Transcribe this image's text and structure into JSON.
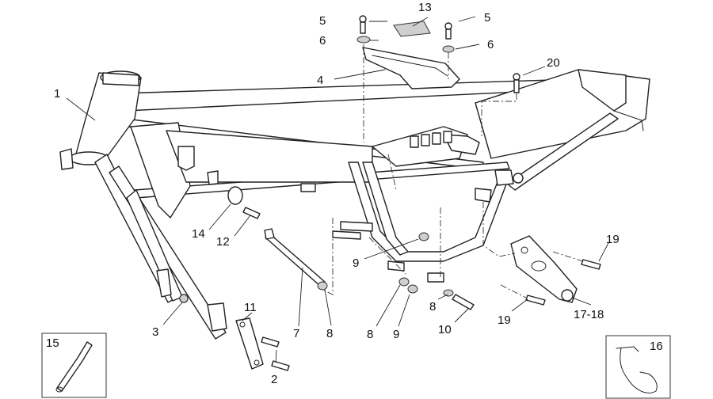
{
  "callouts": {
    "c1": "1",
    "c2": "2",
    "c3": "3",
    "c4": "4",
    "c5a": "5",
    "c5b": "5",
    "c6a": "6",
    "c6b": "6",
    "c7": "7",
    "c8a": "8",
    "c8b": "8",
    "c8c": "8",
    "c9a": "9",
    "c9b": "9",
    "c10": "10",
    "c11": "11",
    "c12": "12",
    "c13": "13",
    "c14": "14",
    "c15": "15",
    "c16": "16",
    "c1718": "17-18",
    "c19a": "19",
    "c19b": "19",
    "c20": "20"
  }
}
